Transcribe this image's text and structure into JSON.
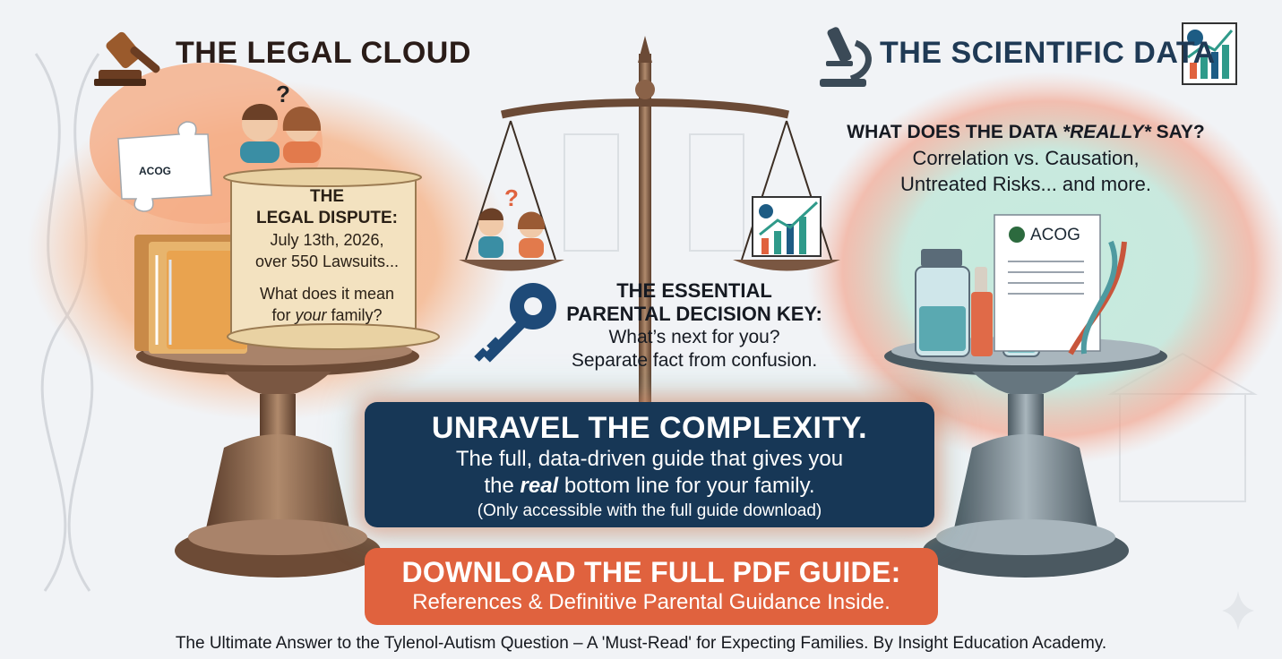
{
  "headers": {
    "legal_title": "THE LEGAL CLOUD",
    "scientific_title": "THE SCIENTIFIC DATA"
  },
  "legal": {
    "puzzle_label": "ACOG",
    "scroll_heading_1": "THE",
    "scroll_heading_2": "LEGAL DISPUTE:",
    "scroll_line_1": "July 13th, 2026,",
    "scroll_line_2": "over 550 Lawsuits...",
    "scroll_question_1": "What does it mean",
    "scroll_question_prefix": "for ",
    "scroll_question_em": "your",
    "scroll_question_suffix": " family?",
    "family_mark": "?"
  },
  "center": {
    "key_heading_1": "THE ESSENTIAL",
    "key_heading_2": "PARENTAL DECISION KEY:",
    "key_line_1": "What’s next for you?",
    "key_line_2": "Separate fact from confusion."
  },
  "scientific": {
    "question_prefix": "WHAT DOES THE DATA ",
    "question_em": "*REALLY*",
    "question_suffix": " SAY?",
    "line_1": "Correlation vs. Causation,",
    "line_2": "Untreated Risks... and more.",
    "document_label": "ACOG"
  },
  "cta_primary": {
    "heading": "UNRAVEL THE COMPLEXITY.",
    "line_1": "The full, data-driven guide that gives you",
    "line_2_prefix": "the ",
    "line_2_em": "real",
    "line_2_suffix": " bottom line for your family.",
    "note": "(Only accessible with the full guide download)"
  },
  "cta_download": {
    "heading": "DOWNLOAD THE FULL PDF GUIDE:",
    "subheading": "References & Definitive Parental Guidance Inside."
  },
  "footer": {
    "text": "The Ultimate Answer to the Tylenol-Autism Question – A 'Must-Read' for Expecting Families. By Insight Education Academy."
  },
  "icons": [
    "gavel-icon",
    "microscope-icon",
    "chart-icon",
    "key-icon",
    "puzzle-icon",
    "dna-icon",
    "scales-icon",
    "sparkle-icon"
  ],
  "colors": {
    "cta_navy": "#173756",
    "cta_orange": "#e0623e",
    "legal_glow": "#f2a57a",
    "science_glow": "#9fdcd2",
    "bronze": "#8a6248",
    "steel": "#6f7f8a"
  }
}
